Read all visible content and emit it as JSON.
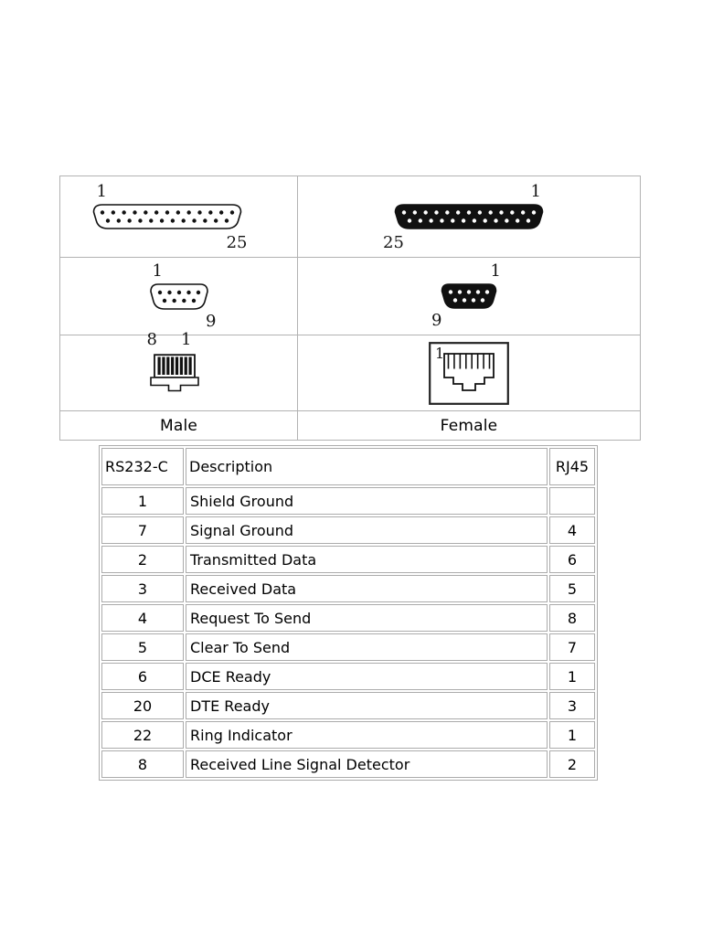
{
  "connectors": {
    "male_caption": "Male",
    "female_caption": "Female",
    "db25_male": {
      "first_pin": "1",
      "last_pin": "25"
    },
    "db25_female": {
      "first_pin": "1",
      "last_pin": "25"
    },
    "db9_male": {
      "first_pin": "1",
      "last_pin": "9"
    },
    "db9_female": {
      "first_pin": "1",
      "last_pin": "9"
    },
    "rj45_male": {
      "first_pin": "8",
      "last_pin": "1"
    },
    "rj45_female": {
      "first_pin": "1"
    }
  },
  "pinout_table": {
    "headers": [
      "RS232-C",
      "Description",
      "RJ45"
    ],
    "rows": [
      [
        "1",
        "Shield Ground",
        ""
      ],
      [
        "7",
        "Signal Ground",
        "4"
      ],
      [
        "2",
        "Transmitted Data",
        "6"
      ],
      [
        "3",
        "Received Data",
        "5"
      ],
      [
        "4",
        "Request To Send",
        "8"
      ],
      [
        "5",
        "Clear To Send",
        "7"
      ],
      [
        "6",
        "DCE Ready",
        "1"
      ],
      [
        "20",
        "DTE Ready",
        "3"
      ],
      [
        "22",
        "Ring Indicator",
        "1"
      ],
      [
        "8",
        "Received Line Signal Detector",
        "2"
      ]
    ]
  },
  "colors": {
    "background": "#ffffff",
    "table_border": "#ababab",
    "panel_border": "#b2b2b2",
    "connector_ink": "#111111",
    "text": "#000000"
  }
}
